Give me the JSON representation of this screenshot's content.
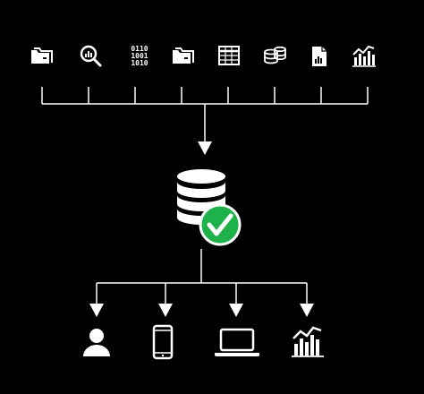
{
  "diagram": {
    "colors": {
      "background": "#000000",
      "foreground": "#ffffff",
      "check_fill": "#1fb24a"
    },
    "source_icons": [
      {
        "name": "folders-icon"
      },
      {
        "name": "search-analytics-icon"
      },
      {
        "name": "binary-data-icon",
        "lines": [
          "0110",
          "1001",
          "1010"
        ]
      },
      {
        "name": "folders-icon-2"
      },
      {
        "name": "spreadsheet-icon"
      },
      {
        "name": "stacked-database-icon"
      },
      {
        "name": "document-chart-icon"
      },
      {
        "name": "bar-chart-icon"
      }
    ],
    "central_node": {
      "icon": "database-icon",
      "badge": "check-badge-icon"
    },
    "targets": [
      {
        "name": "user-icon"
      },
      {
        "name": "smartphone-icon"
      },
      {
        "name": "laptop-icon"
      },
      {
        "name": "analytics-chart-icon"
      }
    ]
  }
}
